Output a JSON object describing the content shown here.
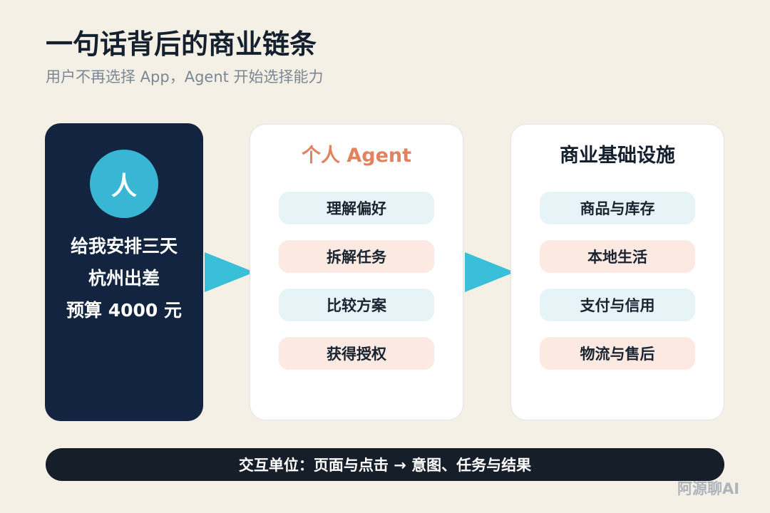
{
  "header": {
    "title": "一句话背后的商业链条",
    "subtitle": "用户不再选择 App，Agent 开始选择能力"
  },
  "person": {
    "avatar_label": "人",
    "request_lines": [
      "给我安排三天",
      "杭州出差",
      "预算 4000 元"
    ]
  },
  "agent_panel": {
    "title": "个人 Agent",
    "title_color": "#E2825E",
    "items": [
      "理解偏好",
      "拆解任务",
      "比较方案",
      "获得授权"
    ]
  },
  "infra_panel": {
    "title": "商业基础设施",
    "items": [
      "商品与库存",
      "本地生活",
      "支付与信用",
      "物流与售后"
    ]
  },
  "footer": {
    "summary": "交互单位：页面与点击 → 意图、任务与结果",
    "watermark": "阿源聊AI"
  },
  "colors": {
    "background": "#F5F0E6",
    "dark_navy": "#12243F",
    "accent_cyan": "#39BFD8",
    "pill_blue": "#E6F3F7",
    "pill_peach": "#FBE9E2"
  }
}
